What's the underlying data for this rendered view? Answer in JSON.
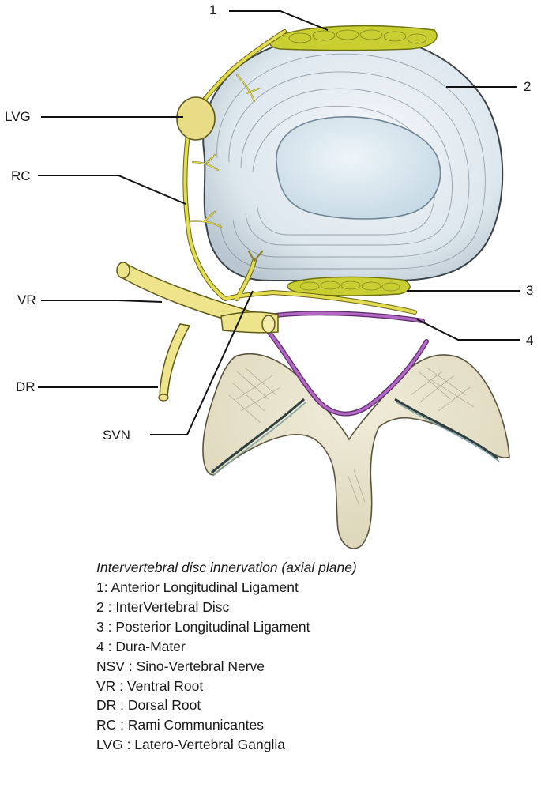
{
  "labels": {
    "ligament_anterior": "1",
    "disc": "2",
    "ligament_posterior": "3",
    "dura": "4",
    "lvg": "LVG",
    "rc": "RC",
    "vr": "VR",
    "dr": "DR",
    "svn": "SVN"
  },
  "caption": {
    "title": "Intervertebral disc innervation (axial plane)",
    "legend": [
      "1: Anterior Longitudinal Ligament",
      "2 : InterVertebral Disc",
      "3 : Posterior Longitudinal Ligament",
      "4 : Dura-Mater",
      "NSV : Sino-Vertebral Nerve",
      "VR : Ventral Root",
      "DR : Dorsal Root",
      "RC : Rami Communicantes",
      "LVG : Latero-Vertebral Ganglia"
    ]
  },
  "colors": {
    "nerve": "#e2dc50",
    "ligament": "#c9cf32",
    "disc": "#e6eef3",
    "nucleus": "#d6e6ef",
    "dura": "#9c4cae",
    "vertebra": "#e5e0c8",
    "leader": "#111111"
  }
}
